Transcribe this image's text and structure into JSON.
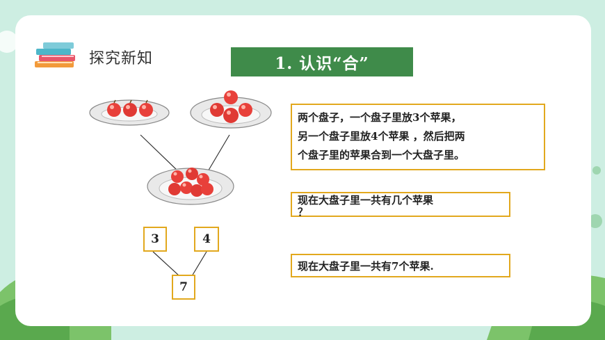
{
  "header": {
    "section_title": "探究新知",
    "section_icon": "books-stack-icon"
  },
  "heading": {
    "text": "1. 认识“合”"
  },
  "illustration": {
    "plate_left_apples": 3,
    "plate_right_apples": 4,
    "plate_big_apples": 7
  },
  "diagram": {
    "part_a": "3",
    "part_b": "4",
    "whole": "7"
  },
  "text_boxes": {
    "story_lines": [
      "两个盘子，一个盘子里放3个苹果，",
      "另一个盘子里放4个苹果 ，然后把两",
      "个盘子里的苹果合到一个大盘子里。"
    ],
    "question_line1": "现在大盘子里一共有几个苹果",
    "question_line2": "？",
    "answer": "现在大盘子里一共有7个苹果."
  },
  "colors": {
    "banner_green": "#3f8b4a",
    "box_border": "#e2a81d",
    "background_mint": "#cdeee2",
    "apple_red": "#e8403a"
  }
}
